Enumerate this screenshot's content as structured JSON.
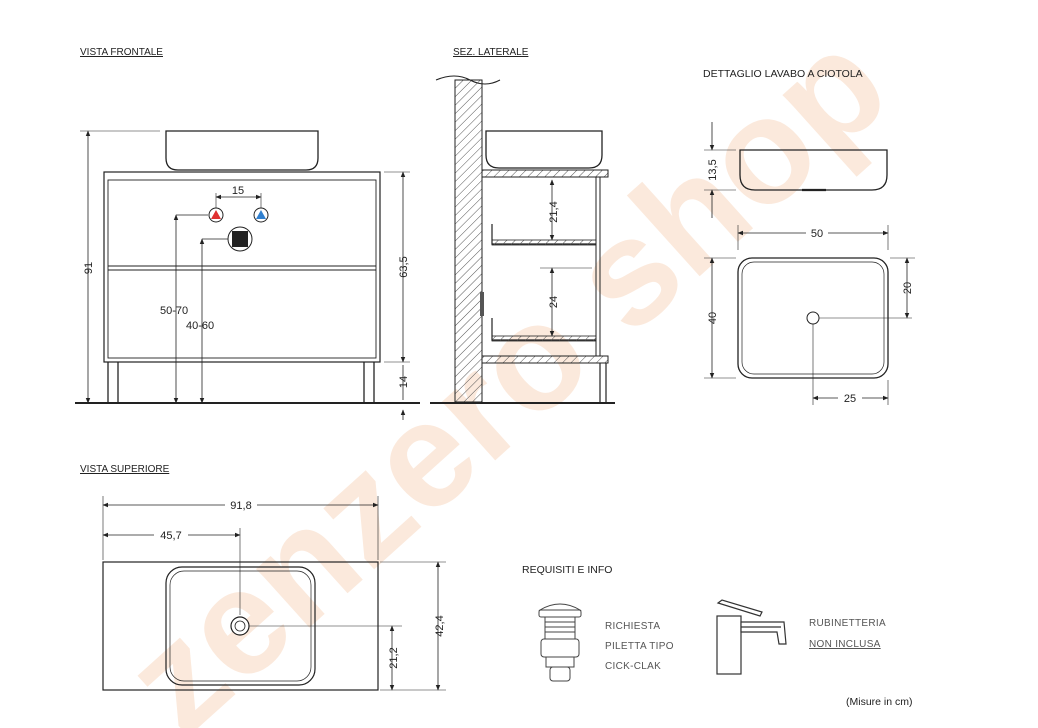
{
  "views": {
    "front": "VISTA FRONTALE",
    "side": "SEZ. LATERALE",
    "detail": "DETTAGLIO LAVABO A CIOTOLA",
    "top": "VISTA SUPERIORE"
  },
  "front_dims": {
    "total_height": "91",
    "tap_spacing": "15",
    "upper_range": "50-70",
    "lower_range": "40-60",
    "cabinet_height": "63,5",
    "leg_height": "14"
  },
  "side_dims": {
    "upper_drawer": "21,4",
    "lower_drawer": "24"
  },
  "detail_dims": {
    "bowl_height": "13,5",
    "bowl_width": "50",
    "bowl_depth": "40",
    "drain_from_side": "20",
    "drain_from_front": "25"
  },
  "top_dims": {
    "total_width": "91,8",
    "drain_offset": "45,7",
    "drain_depth": "21,2",
    "total_depth": "42,4"
  },
  "info": {
    "heading": "REQUISITI E INFO",
    "drain_line1": "RICHIESTA",
    "drain_line2": "PILETTA TIPO",
    "drain_line3": "CICK-CLAK",
    "tap_line1": "RUBINETTERIA",
    "tap_line2": "NON INCLUSA"
  },
  "units_note": "(Misure in cm)",
  "watermark": "zenzero shop",
  "colors": {
    "hot": "#e03030",
    "cold": "#2f7fcf",
    "watermark": "#f6c9a8"
  }
}
